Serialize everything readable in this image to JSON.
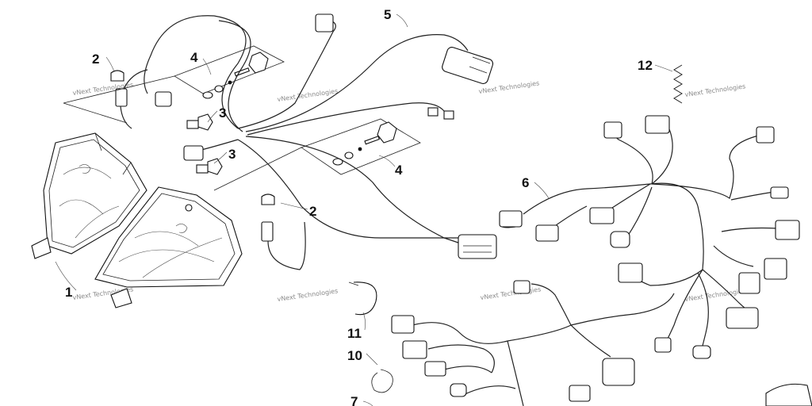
{
  "watermark": "vNext Technologies",
  "callouts": {
    "c1": "1",
    "c2a": "2",
    "c2b": "2",
    "c3a": "3",
    "c3b": "3",
    "c4a": "4",
    "c4b": "4",
    "c5": "5",
    "c6": "6",
    "c7": "7",
    "c10": "10",
    "c11": "11",
    "c12": "12"
  }
}
